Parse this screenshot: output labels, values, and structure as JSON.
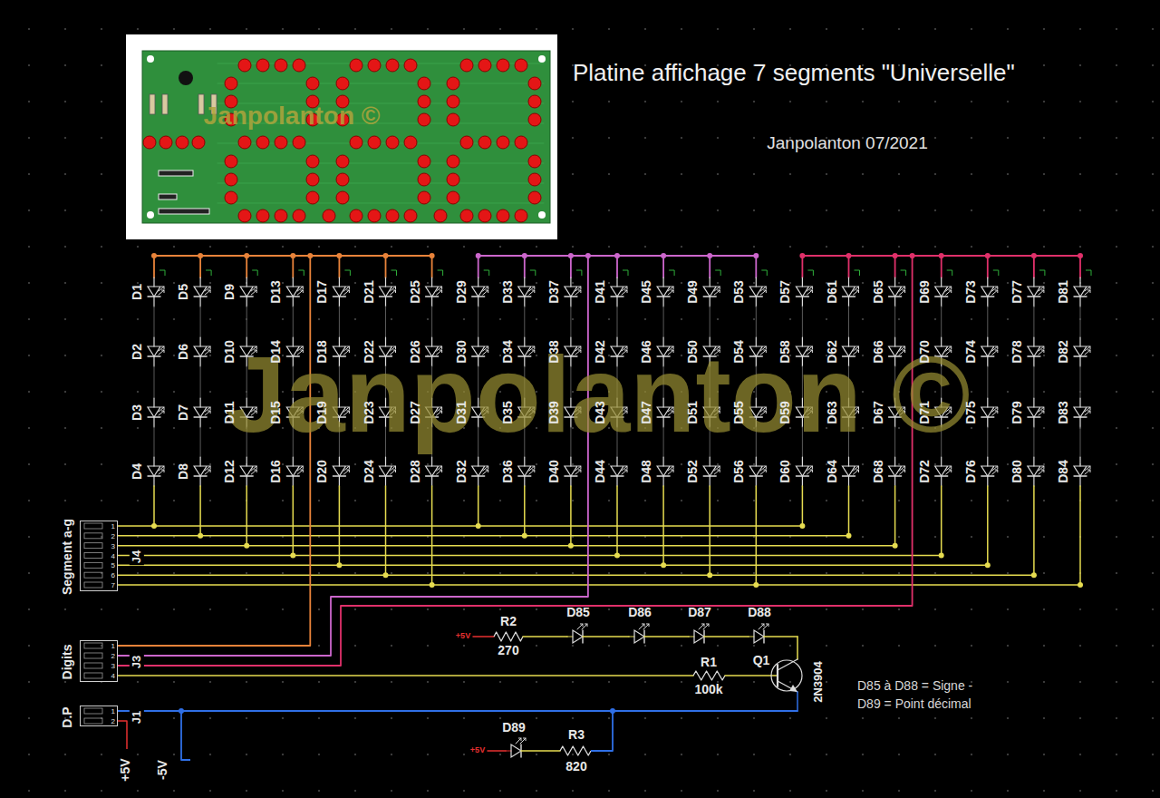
{
  "diagram": {
    "title": "Platine affichage 7 segments \"Universelle\"",
    "nodes": [
      {
        "text": [
          "Segment a-g",
          "J4",
          "1",
          "2",
          "3",
          "4",
          "5",
          "6",
          "7"
        ]
      },
      {
        "text": [
          "Digits",
          "J3",
          "1",
          "2",
          "3",
          "4"
        ]
      },
      {
        "text": [
          "D.P",
          "J1",
          "1",
          "2"
        ]
      }
    ],
    "labels": [
      "Janpolanton 07/2021",
      "Janpolanton ©",
      "D1",
      "D2",
      "D3",
      "D4",
      "D5",
      "D6",
      "D7",
      "D8",
      "D9",
      "D10",
      "D11",
      "D12",
      "D13",
      "D14",
      "D15",
      "D16",
      "D17",
      "D18",
      "D19",
      "D20",
      "D21",
      "D22",
      "D23",
      "D24",
      "D25",
      "D26",
      "D27",
      "D28",
      "D29",
      "D30",
      "D31",
      "D32",
      "D33",
      "D34",
      "D35",
      "D36",
      "D37",
      "D38",
      "D39",
      "D40",
      "D41",
      "D42",
      "D43",
      "D44",
      "D45",
      "D46",
      "D47",
      "D48",
      "D49",
      "D50",
      "D51",
      "D52",
      "D53",
      "D54",
      "D55",
      "D56",
      "D57",
      "D58",
      "D59",
      "D60",
      "D61",
      "D62",
      "D63",
      "D64",
      "D65",
      "D66",
      "D67",
      "D68",
      "D69",
      "D70",
      "D71",
      "D72",
      "D73",
      "D74",
      "D75",
      "D76",
      "D77",
      "D78",
      "D79",
      "D80",
      "D81",
      "D82",
      "D83",
      "D84",
      "Janpolanton ©",
      "R2",
      "270",
      "D85",
      "D86",
      "D87",
      "D88",
      "R1",
      "100k",
      "Q1",
      "2N3904",
      "D85 à D88 = Signe -",
      "D89 = Point décimal",
      "D89",
      "R3",
      "820",
      "+5V",
      "+5V",
      "+5V",
      "-5V"
    ]
  }
}
